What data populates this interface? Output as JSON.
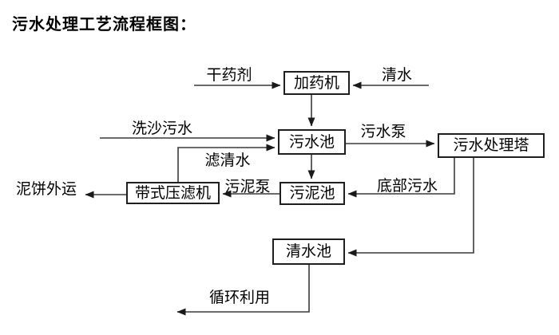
{
  "title": "污水处理工艺流程框图：",
  "colors": {
    "background": "#ffffff",
    "line": "#3a3a3a",
    "arrowhead": "#1a1a1a",
    "box_border": "#1f1f1f",
    "text": "#000000"
  },
  "nodes": {
    "dosing_machine": "加药机",
    "sewage_pool": "污水池",
    "treatment_tower": "污水处理塔",
    "belt_filter_press": "带式压滤机",
    "sludge_pool": "污泥池",
    "clean_water_pool": "清水池"
  },
  "labels": {
    "dry_agent": "干药剂",
    "clean_water": "清水",
    "sand_washing_sewage": "洗沙污水",
    "filtered_water": "滤清水",
    "sewage_pump": "污水泵",
    "bottom_sewage": "底部污水",
    "sludge_pump": "污泥泵",
    "mud_cake_out": "泥饼外运",
    "recycle_use": "循环利用"
  },
  "edges": [
    {
      "from": "干药剂",
      "to": "加药机",
      "label": "干药剂"
    },
    {
      "from": "清水",
      "to": "加药机",
      "label": "清水"
    },
    {
      "from": "加药机",
      "to": "污水池",
      "label": ""
    },
    {
      "from": "洗沙污水",
      "to": "污水池",
      "label": "洗沙污水"
    },
    {
      "from": "带式压滤机",
      "to": "污水池",
      "label": "滤清水"
    },
    {
      "from": "污水池",
      "to": "污水处理塔",
      "label": "污水泵"
    },
    {
      "from": "污水池",
      "to": "污泥池",
      "label": ""
    },
    {
      "from": "污水处理塔",
      "to": "污泥池",
      "label": "底部污水"
    },
    {
      "from": "污泥池",
      "to": "带式压滤机",
      "label": "污泥泵"
    },
    {
      "from": "带式压滤机",
      "to": "外部",
      "label": "泥饼外运"
    },
    {
      "from": "污水处理塔",
      "to": "清水池",
      "label": ""
    },
    {
      "from": "清水池",
      "to": "外部",
      "label": "循环利用"
    }
  ]
}
